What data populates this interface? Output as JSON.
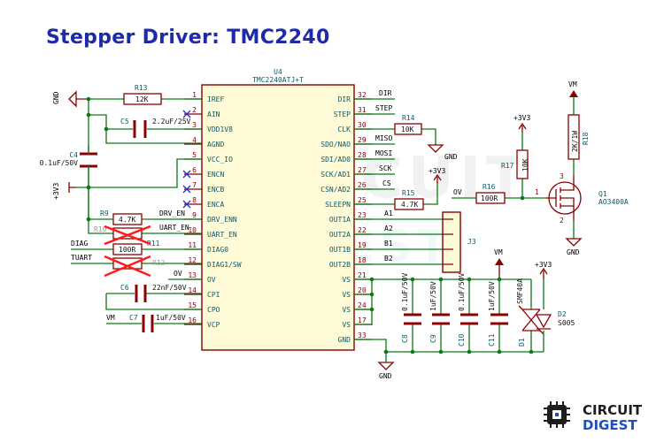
{
  "title": "Stepper Driver: TMC2240",
  "watermark": {
    "line1": "CIRCUIT",
    "line2": "DIGEST"
  },
  "ic": {
    "ref": "U4",
    "part": "TMC2240ATJ+T",
    "left_pins": [
      {
        "num": "1",
        "name": "IREF"
      },
      {
        "num": "2",
        "name": "AIN"
      },
      {
        "num": "3",
        "name": "VDD1V8"
      },
      {
        "num": "4",
        "name": "AGND"
      },
      {
        "num": "5",
        "name": "VCC_IO"
      },
      {
        "num": "6",
        "name": "ENCN"
      },
      {
        "num": "7",
        "name": "ENCB"
      },
      {
        "num": "8",
        "name": "ENCA"
      },
      {
        "num": "9",
        "name": "DRV_ENN"
      },
      {
        "num": "10",
        "name": "UART_EN"
      },
      {
        "num": "11",
        "name": "DIAG0"
      },
      {
        "num": "12",
        "name": "DIAG1/SW"
      },
      {
        "num": "13",
        "name": "OV"
      },
      {
        "num": "14",
        "name": "CPI"
      },
      {
        "num": "15",
        "name": "CPO"
      },
      {
        "num": "16",
        "name": "VCP"
      }
    ],
    "right_pins": [
      {
        "num": "32",
        "name": "DIR"
      },
      {
        "num": "31",
        "name": "STEP"
      },
      {
        "num": "30",
        "name": "CLK"
      },
      {
        "num": "29",
        "name": "SDO/NAO"
      },
      {
        "num": "28",
        "name": "SDI/AD0"
      },
      {
        "num": "27",
        "name": "SCK/AD1"
      },
      {
        "num": "26",
        "name": "CSN/AD2"
      },
      {
        "num": "25",
        "name": "SLEEPN"
      },
      {
        "num": "23",
        "name": "OUT1A"
      },
      {
        "num": "22",
        "name": "OUT2A"
      },
      {
        "num": "19",
        "name": "OUT1B"
      },
      {
        "num": "18",
        "name": "OUT2B"
      },
      {
        "num": "21",
        "name": "VS"
      },
      {
        "num": "20",
        "name": "VS"
      },
      {
        "num": "24",
        "name": "VS"
      },
      {
        "num": "17",
        "name": "VS"
      },
      {
        "num": "33",
        "name": "GND"
      }
    ]
  },
  "nets": {
    "dir": "DIR",
    "step": "STEP",
    "miso": "MISO",
    "mosi": "MOSI",
    "sck": "SCK",
    "cs": "CS",
    "ov": "OV",
    "a1": "A1",
    "a2": "A2",
    "b1": "B1",
    "b2": "B2",
    "drv_en": "DRV_EN",
    "uart_en": "UART_EN",
    "diag": "DIAG",
    "tuart": "TUART",
    "ov_left": "OV",
    "vm_left": "VM"
  },
  "power": {
    "gnd": "GND",
    "v33": "+3V3",
    "vm": "VM"
  },
  "parts": {
    "r13": {
      "ref": "R13",
      "val": "12K"
    },
    "r14": {
      "ref": "R14",
      "val": "10K"
    },
    "r15": {
      "ref": "R15",
      "val": "4.7K"
    },
    "r16": {
      "ref": "R16",
      "val": "100R"
    },
    "r17": {
      "ref": "R17",
      "val": "10K"
    },
    "r18": {
      "ref": "R18",
      "val": "2K/1W"
    },
    "r9": {
      "ref": "R9",
      "val": "4.7K"
    },
    "r10": {
      "ref": "R10"
    },
    "r11": {
      "ref": "R11",
      "val": "100R"
    },
    "r12": {
      "ref": "R12"
    },
    "c4": {
      "ref": "C4",
      "val": "0.1uF/50V"
    },
    "c5": {
      "ref": "C5",
      "val": "2.2uF/25V"
    },
    "c6": {
      "ref": "C6",
      "val": "22nF/50V"
    },
    "c7": {
      "ref": "C7",
      "val": "1uF/50V"
    },
    "c8": {
      "ref": "C8",
      "val": "0.1uF/50V"
    },
    "c9": {
      "ref": "C9",
      "val": "1uF/50V"
    },
    "c10": {
      "ref": "C10",
      "val": "0.1uF/50V"
    },
    "c11": {
      "ref": "C11",
      "val": "1uF/50V"
    },
    "d1": {
      "ref": "D1",
      "val": "SMF40A"
    },
    "d2": {
      "ref": "D2",
      "val": "S005"
    },
    "j3": {
      "ref": "J3"
    },
    "q1": {
      "ref": "Q1",
      "val": "AO3400A",
      "pins": [
        "1",
        "2",
        "3"
      ]
    }
  },
  "logo": {
    "line1": "CIRCUIT",
    "line2": "DIGEST"
  },
  "colors": {
    "wire": "#0a7a15",
    "component": "#8b0000",
    "title": "#1f2aa8",
    "ic_fill": "#fffbd7",
    "strike": "#ff1a1a",
    "noconnect": "#2233cc"
  }
}
